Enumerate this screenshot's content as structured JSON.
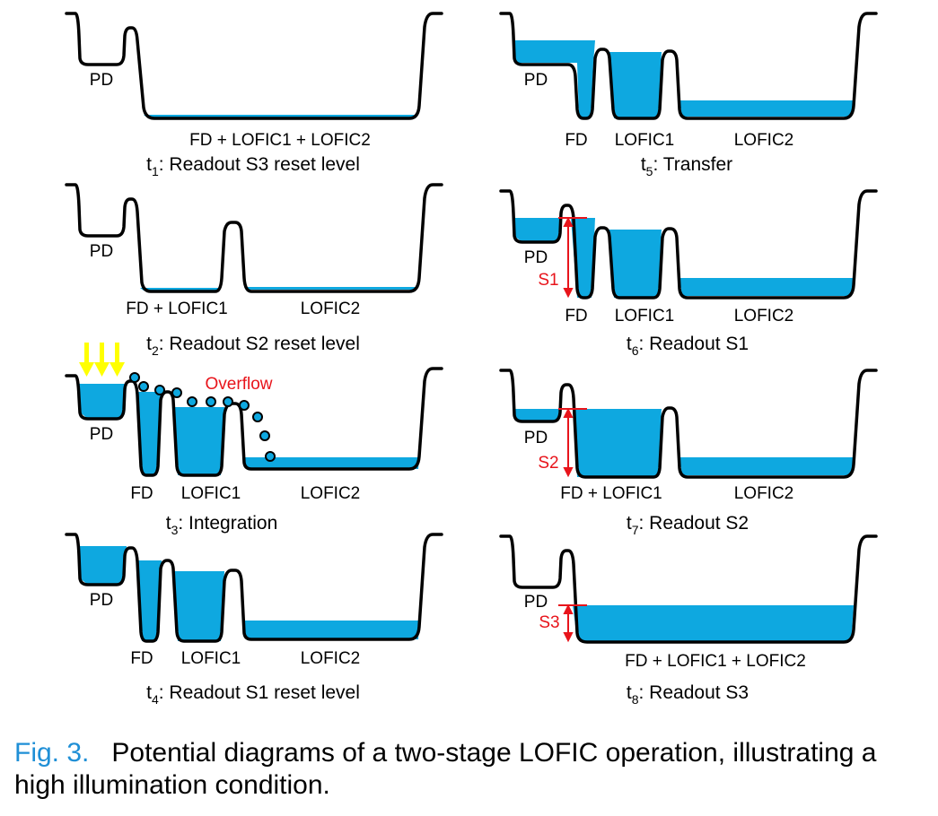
{
  "panels": [
    {
      "step": "t",
      "sub": "1",
      "title": ": Readout S3 reset level",
      "labels": [
        "PD",
        "FD + LOFIC1 + LOFIC2"
      ]
    },
    {
      "step": "t",
      "sub": "2",
      "title": ": Readout S2 reset level",
      "labels": [
        "PD",
        "FD + LOFIC1",
        "LOFIC2"
      ]
    },
    {
      "step": "t",
      "sub": "3",
      "title": ": Integration",
      "labels": [
        "PD",
        "FD",
        "LOFIC1",
        "LOFIC2"
      ],
      "annotation": "Overflow"
    },
    {
      "step": "t",
      "sub": "4",
      "title": ": Readout S1 reset level",
      "labels": [
        "PD",
        "FD",
        "LOFIC1",
        "LOFIC2"
      ]
    },
    {
      "step": "t",
      "sub": "5",
      "title": ": Transfer",
      "labels": [
        "PD",
        "FD",
        "LOFIC1",
        "LOFIC2"
      ]
    },
    {
      "step": "t",
      "sub": "6",
      "title": ": Readout S1",
      "labels": [
        "PD",
        "FD",
        "LOFIC1",
        "LOFIC2"
      ],
      "signal": "S1"
    },
    {
      "step": "t",
      "sub": "7",
      "title": ": Readout S2",
      "labels": [
        "PD",
        "FD + LOFIC1",
        "LOFIC2"
      ],
      "signal": "S2"
    },
    {
      "step": "t",
      "sub": "8",
      "title": ": Readout S3",
      "labels": [
        "PD",
        "FD + LOFIC1 + LOFIC2"
      ],
      "signal": "S3"
    }
  ],
  "caption": {
    "fig_label": "Fig. 3.",
    "text": "Potential diagrams of a two-stage LOFIC operation, illustrating a high illumination condition."
  },
  "colors": {
    "water": "#0ea8e0",
    "signal": "#e8141b",
    "light": "#ffff00"
  }
}
